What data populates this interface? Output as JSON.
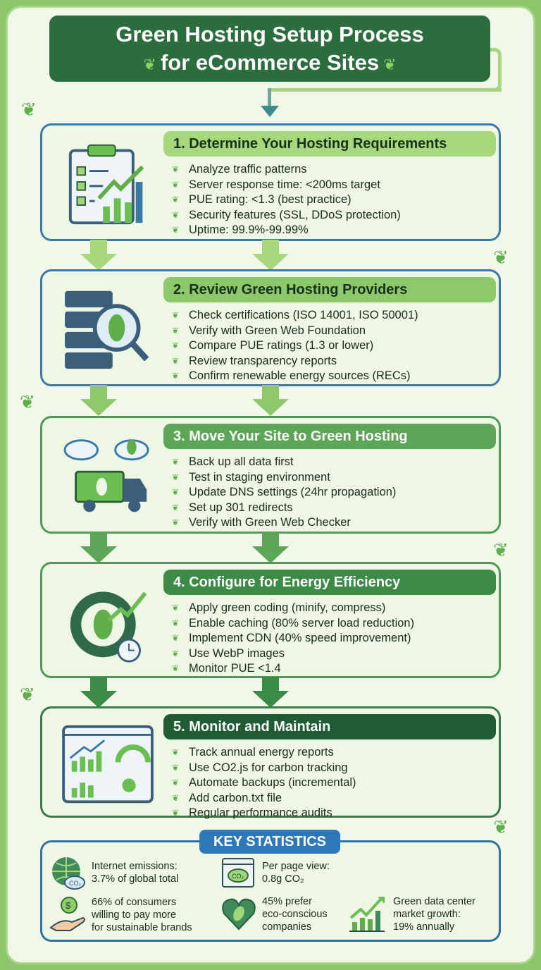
{
  "title": {
    "line1": "Green Hosting Setup Process",
    "line2": "for eCommerce Sites"
  },
  "colors": {
    "title_bg": "#2b6d3c",
    "background": "#f1f8ea",
    "accent": "#5fa94a",
    "stats_blue": "#2f78b8"
  },
  "steps": [
    {
      "title": "1. Determine Your Hosting Requirements",
      "icon": "clipboard-chart-icon",
      "header_color": "#a8d77e",
      "items": [
        "Analyze traffic patterns",
        "Server response time: <200ms target",
        "PUE rating: <1.3 (best practice)",
        "Security features (SSL, DDoS protection)",
        "Uptime: 99.9%-99.99%"
      ]
    },
    {
      "title": "2. Review Green Hosting Providers",
      "icon": "server-magnifier-leaf-icon",
      "header_color": "#8dc86a",
      "items": [
        "Check certifications (ISO 14001, ISO 50001)",
        "Verify with Green Web Foundation",
        "Compare PUE ratings (1.3 or lower)",
        "Review transparency reports",
        "Confirm renewable energy sources (RECs)"
      ]
    },
    {
      "title": "3. Move Your Site to Green Hosting",
      "icon": "cloud-migration-truck-icon",
      "header_color": "#5da658",
      "items": [
        "Back up all data first",
        "Test in staging environment",
        "Update DNS settings (24hr propagation)",
        "Set up 301 redirects",
        "Verify with Green Web Checker"
      ]
    },
    {
      "title": "4. Configure for Energy Efficiency",
      "icon": "gear-leaf-icon",
      "header_color": "#3b8a46",
      "items": [
        "Apply green coding (minify, compress)",
        "Enable caching (80% server load reduction)",
        "Implement CDN (40% speed improvement)",
        "Use WebP images",
        "Monitor PUE <1.4"
      ]
    },
    {
      "title": "5. Monitor and Maintain",
      "icon": "dashboard-icon",
      "header_color": "#1f5c33",
      "items": [
        "Track annual energy reports",
        "Use CO2.js for carbon tracking",
        "Automate backups (incremental)",
        "Add carbon.txt file",
        "Regular performance audits"
      ]
    }
  ],
  "stats": {
    "title": "KEY STATISTICS",
    "items": [
      {
        "icon": "globe-co2-icon",
        "line1": "Internet emissions:",
        "line2": "3.7% of global total",
        "line3": ""
      },
      {
        "icon": "browser-co2-icon",
        "line1": "Per page view:",
        "line2": "0.8g CO₂",
        "line3": ""
      },
      {
        "icon": "hand-dollar-icon",
        "line1": "66% of consumers",
        "line2": "willing to pay more",
        "line3": "for sustainable brands"
      },
      {
        "icon": "heart-leaf-icon",
        "line1": "45% prefer",
        "line2": "eco-conscious",
        "line3": "companies"
      },
      {
        "icon": "growth-chart-icon",
        "line1": "Green data center",
        "line2": "market growth:",
        "line3": "19% annually"
      }
    ],
    "co2_label": "CO₂"
  }
}
